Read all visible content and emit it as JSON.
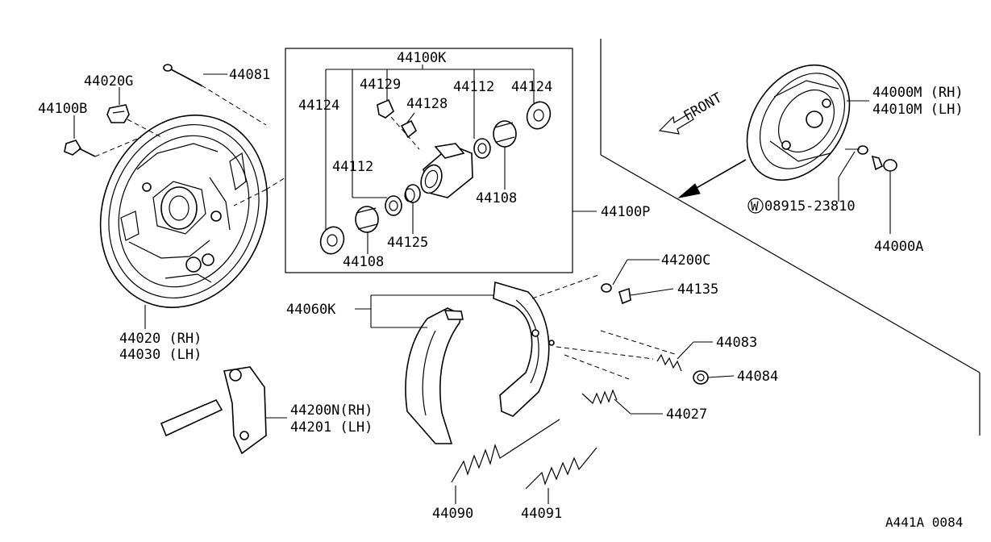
{
  "labels": {
    "p44081": "44081",
    "p44020G": "44020G",
    "p44100B": "44100B",
    "p44020": "44020 (RH)",
    "p44030": "44030 (LH)",
    "p44100K": "44100K",
    "p44129": "44129",
    "p44112a": "44112",
    "p44124a": "44124",
    "p44124b": "44124",
    "p44128": "44128",
    "p44112b": "44112",
    "p44108a": "44108",
    "p44125": "44125",
    "p44108b": "44108",
    "p44100P": "44100P",
    "front": "FRONT",
    "p44000M": "44000M (RH)",
    "p44010M": "44010M (LH)",
    "w08915": "08915-23810",
    "w_symbol": "W",
    "p44000A": "44000A",
    "p44200C": "44200C",
    "p44135": "44135",
    "p44060K": "44060K",
    "p44083": "44083",
    "p44084": "44084",
    "p44027": "44027",
    "p44200N": "44200N(RH)",
    "p44201": "44201  (LH)",
    "p44090": "44090",
    "p44091": "44091",
    "diagram_code": "A441A 0084"
  }
}
